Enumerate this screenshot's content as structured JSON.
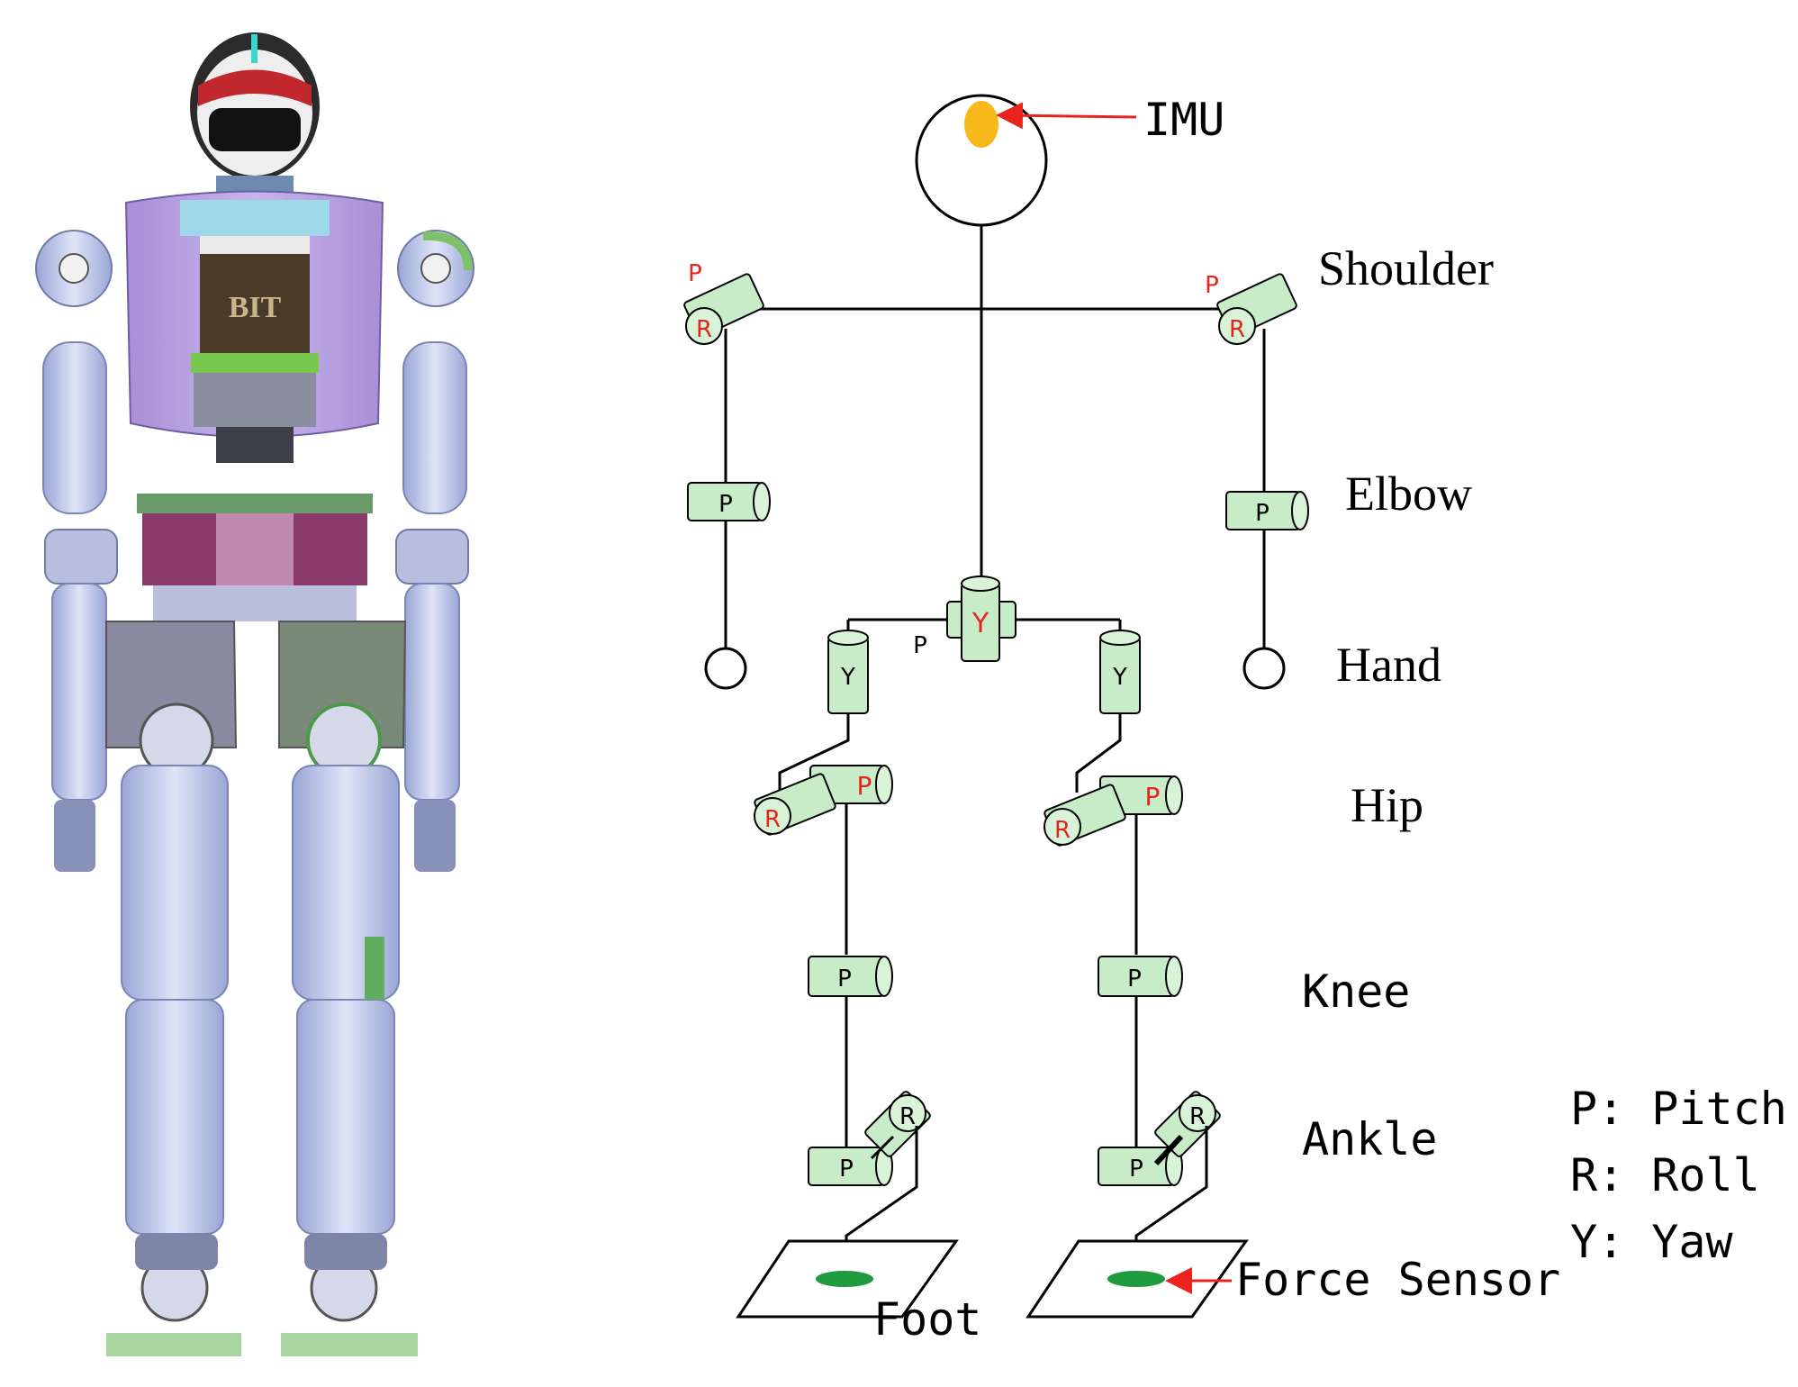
{
  "colors": {
    "joint_fill": "#c8ecc8",
    "joint_letter_red": "#e8241c",
    "imu": "#f7b81b",
    "force_sensor": "#1f9a3e",
    "arrow": "#e8241c"
  },
  "labels": {
    "imu": "IMU",
    "shoulder": "Shoulder",
    "elbow": "Elbow",
    "hand": "Hand",
    "hip": "Hip",
    "knee": "Knee",
    "ankle": "Ankle",
    "foot": "Foot",
    "force_sensor": "Force Sensor"
  },
  "legend": {
    "p": "P: Pitch",
    "r": "R: Roll",
    "y": "Y: Yaw"
  },
  "joints": {
    "p": "P",
    "r": "R",
    "y": "Y"
  },
  "robot": {
    "chest_logo": "BIT"
  }
}
